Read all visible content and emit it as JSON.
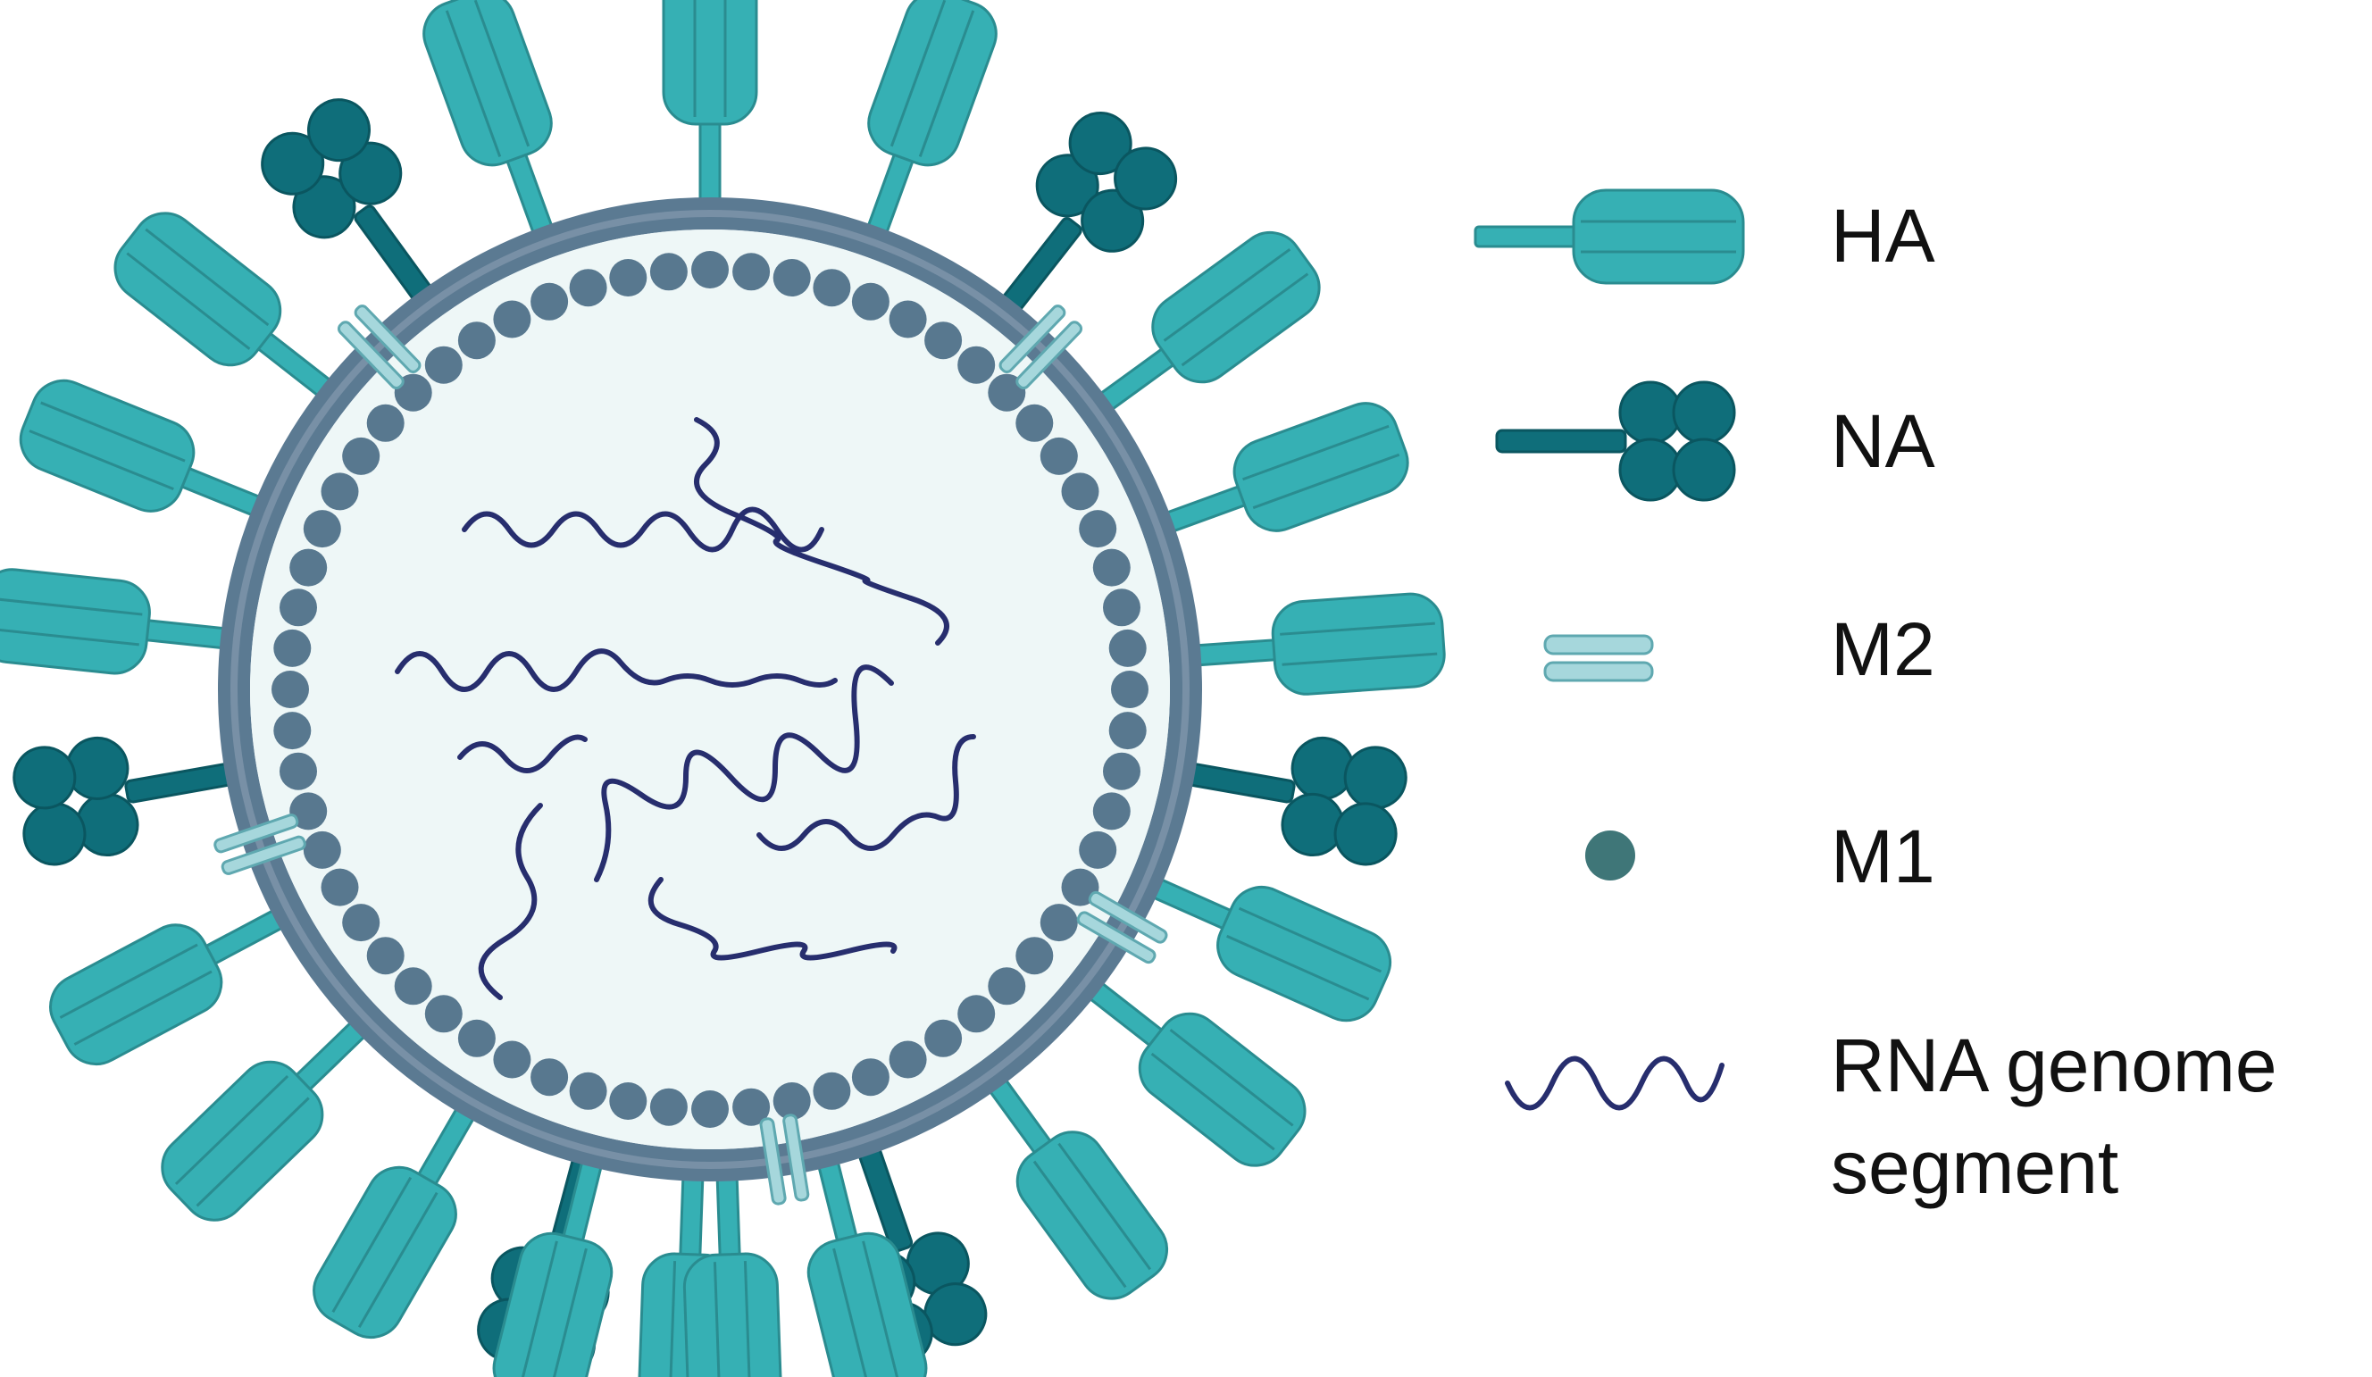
{
  "colors": {
    "ha": "#36b0b4",
    "ha_outline": "#2a8c90",
    "na": "#0f6e7a",
    "na_outline": "#0a5660",
    "m2": "#a6d7dc",
    "m2_outline": "#5fa8b0",
    "m1": "#58788f",
    "m1_legend": "#3f7678",
    "membrane": "#5b7a92",
    "membrane_inner": "#7890a6",
    "interior": "#eef7f7",
    "rna": "#272e6e"
  },
  "legend": {
    "ha": {
      "label": "HA",
      "icon": "ha-protein-icon"
    },
    "na": {
      "label": "NA",
      "icon": "na-protein-icon"
    },
    "m2": {
      "label": "M2",
      "icon": "m2-channel-icon"
    },
    "m1": {
      "label": "M1",
      "icon": "m1-protein-icon"
    },
    "rna": {
      "label_line1": "RNA genome",
      "label_line2": "segment",
      "icon": "rna-segment-icon"
    }
  }
}
